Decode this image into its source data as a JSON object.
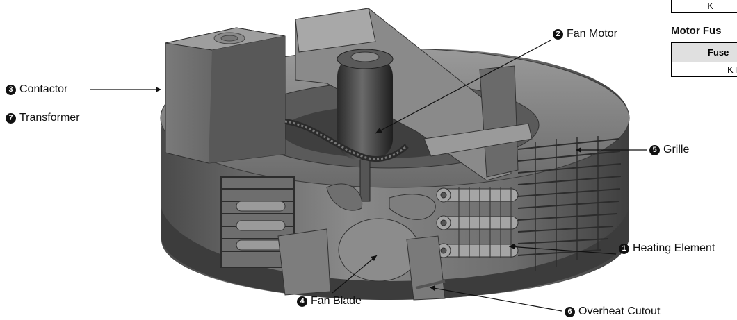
{
  "labels": {
    "fan_motor": {
      "num": "2",
      "text": "Fan Motor"
    },
    "contactor": {
      "num": "3",
      "text": "Contactor"
    },
    "transformer": {
      "num": "7",
      "text": "Transformer"
    },
    "grille": {
      "num": "5",
      "text": "Grille"
    },
    "heating_element": {
      "num": "1",
      "text": "Heating Element"
    },
    "fan_blade": {
      "num": "4",
      "text": "Fan Blade"
    },
    "overheat_cutout": {
      "num": "6",
      "text": "Overheat Cutout"
    }
  },
  "tables": {
    "top_partial_cell": "K",
    "motor_fuse_title": "Motor Fus",
    "motor_fuse_header": "Fuse",
    "motor_fuse_cell": "KT"
  }
}
